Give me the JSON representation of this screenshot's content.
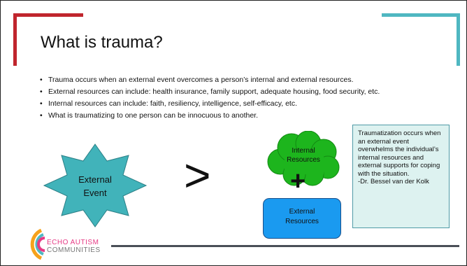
{
  "slide": {
    "title": "What is trauma?",
    "bullets": [
      "Trauma occurs when an external event overcomes a person’s internal and external resources.",
      "External resources can include: health insurance, family support, adequate housing, food security, etc.",
      "Internal resources can include: faith, resiliency, intelligence, self-efficacy, etc.",
      "What is traumatizing to one person can be innocuous to another."
    ]
  },
  "diagram": {
    "external_event": [
      "External",
      "Event"
    ],
    "greater_than": ">",
    "internal_resources": [
      "Internal",
      "Resources"
    ],
    "plus": "+",
    "external_resources": [
      "External",
      "Resources"
    ]
  },
  "quote": {
    "text": "Traumatization occurs when an external event overwhelms the individual’s internal resources and external supports for coping with the situation.",
    "author": "-Dr. Bessel van der Kolk"
  },
  "logo": {
    "line1": "ECHO AUTISM",
    "line2": "COMMUNITIES"
  },
  "colors": {
    "accent_red": "#c0252d",
    "accent_teal": "#4fb7c1",
    "star_fill": "#41b3ba",
    "cloud_fill": "#1db51d",
    "box_fill": "#1a9af0",
    "quote_fill": "#ddf2f0"
  }
}
